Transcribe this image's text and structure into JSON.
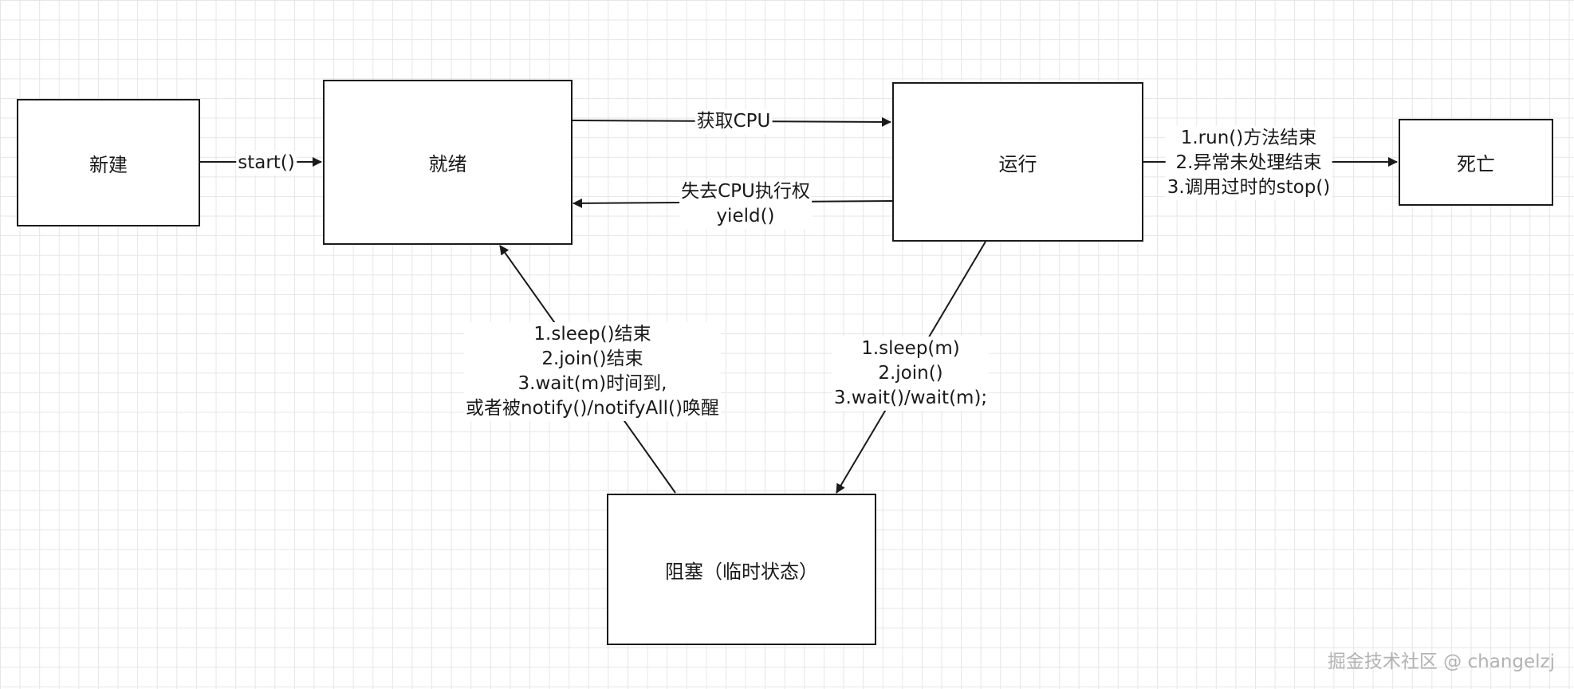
{
  "nodes": {
    "new": "新建",
    "ready": "就绪",
    "running": "运行",
    "dead": "死亡",
    "blocked": "阻塞（临时状态）"
  },
  "edges": {
    "start": [
      "start()"
    ],
    "get_cpu": [
      "获取CPU"
    ],
    "lose_cpu": [
      "失去CPU执行权",
      "yield()"
    ],
    "terminate": [
      "1.run()方法结束",
      "2.异常未处理结束",
      "3.调用过时的stop()"
    ],
    "to_blocked": [
      "1.sleep(m)",
      "2.join()",
      "3.wait()/wait(m);"
    ],
    "unblock": [
      "1.sleep()结束",
      "2.join()结束",
      "3.wait(m)时间到,",
      "或者被notify()/notifyAll()唤醒"
    ]
  },
  "watermark": "掘金技术社区 @ changelzj"
}
